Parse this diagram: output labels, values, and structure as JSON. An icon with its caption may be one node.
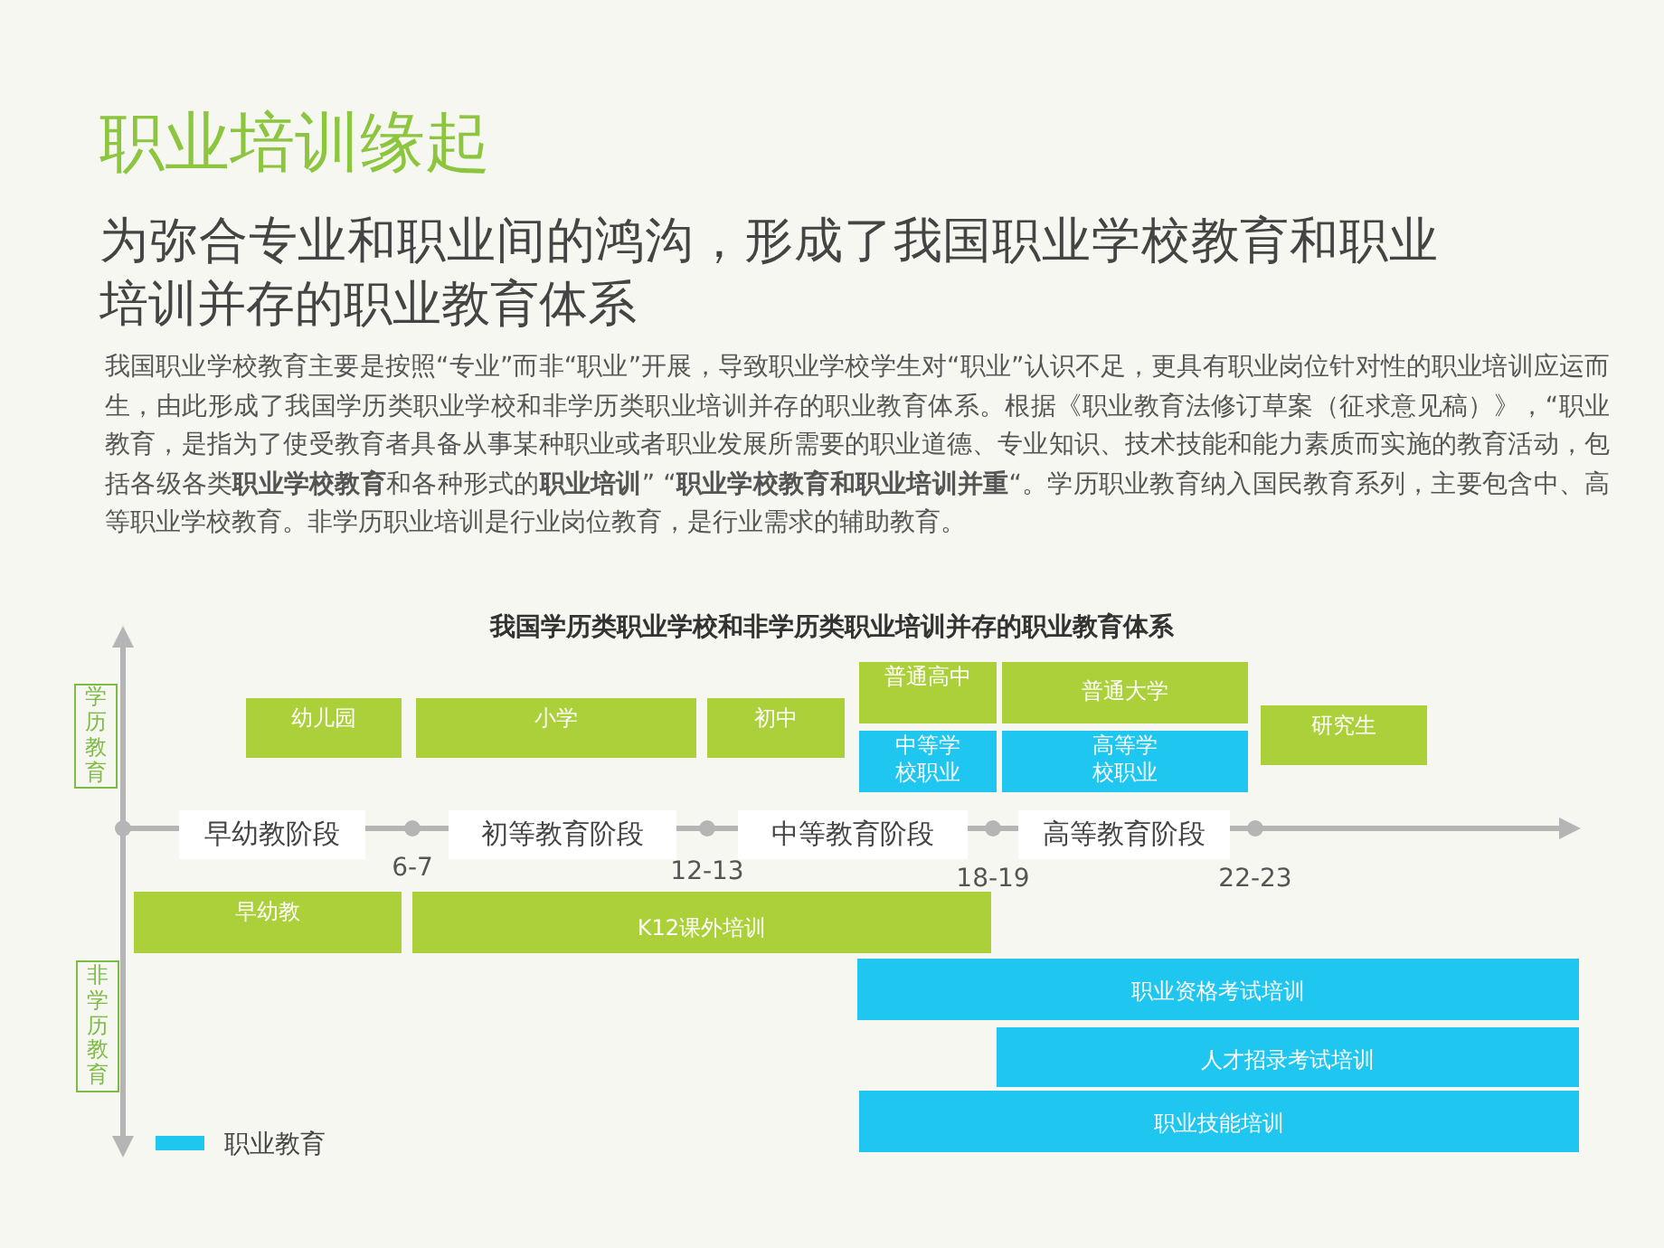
{
  "diagram": {
    "title": "职业培训缘起",
    "nodes": [
      {
        "text": [
          "学历教育"
        ]
      },
      {
        "text": [
          "幼儿园"
        ]
      },
      {
        "text": [
          "小学"
        ]
      },
      {
        "text": [
          "初中"
        ]
      },
      {
        "text": [
          "普通高中"
        ]
      },
      {
        "text": [
          "普通大学"
        ]
      },
      {
        "text": [
          "中等学校职业"
        ]
      },
      {
        "text": [
          "高等学校职业"
        ]
      },
      {
        "text": [
          "研究生"
        ]
      },
      {
        "text": [
          "早幼教阶段"
        ]
      },
      {
        "text": [
          "初等教育阶段"
        ]
      },
      {
        "text": [
          "中等教育阶段"
        ]
      },
      {
        "text": [
          "高等教育阶段"
        ]
      },
      {
        "text": [
          "非学历教育"
        ]
      },
      {
        "text": [
          "早幼教"
        ]
      },
      {
        "text": [
          "K12课外培训"
        ]
      },
      {
        "text": [
          "职业资格考试培训"
        ]
      },
      {
        "text": [
          "人才招录考试培训"
        ]
      },
      {
        "text": [
          "职业技能培训"
        ]
      }
    ],
    "labels": [
      "为弥合专业和职业间的鸿沟，形成了我国职业学校教育和职业培训并存的职业教育体系",
      "我国职业学校教育主要是按照“专业”而非“职业”开展，导致职业学校学生对“职业”认识不足，更具有职业岗位针对性的职业培训应运而生，由此形成了我国学历类职业学校和非学历类职业培训并存的职业教育体系。根据《职业教育法修订草案（征求意见稿）》，“职业教育，是指为了使受教育者具备从事某种职业或者职业发展所需要的职业道德、专业知识、技术技能和能力素质而实施的教育活动，包括各级各类**职业学校教育**和各种形式的**职业培训**” “**职业学校教育和职业培训并重**“。学历职业教育纳入国民教育系列，主要包含中、高等职业学校教育。非学历职业培训是行业岗位教育，是行业需求的辅助教育。",
      "我国学历类职业学校和非学历类职业培训并存的职业教育体系",
      "6-7",
      "12-13",
      "18-19",
      "22-23"
    ],
    "legend": [
      {
        "text": "职业教育",
        "color": "#1fc6f0"
      }
    ]
  }
}
